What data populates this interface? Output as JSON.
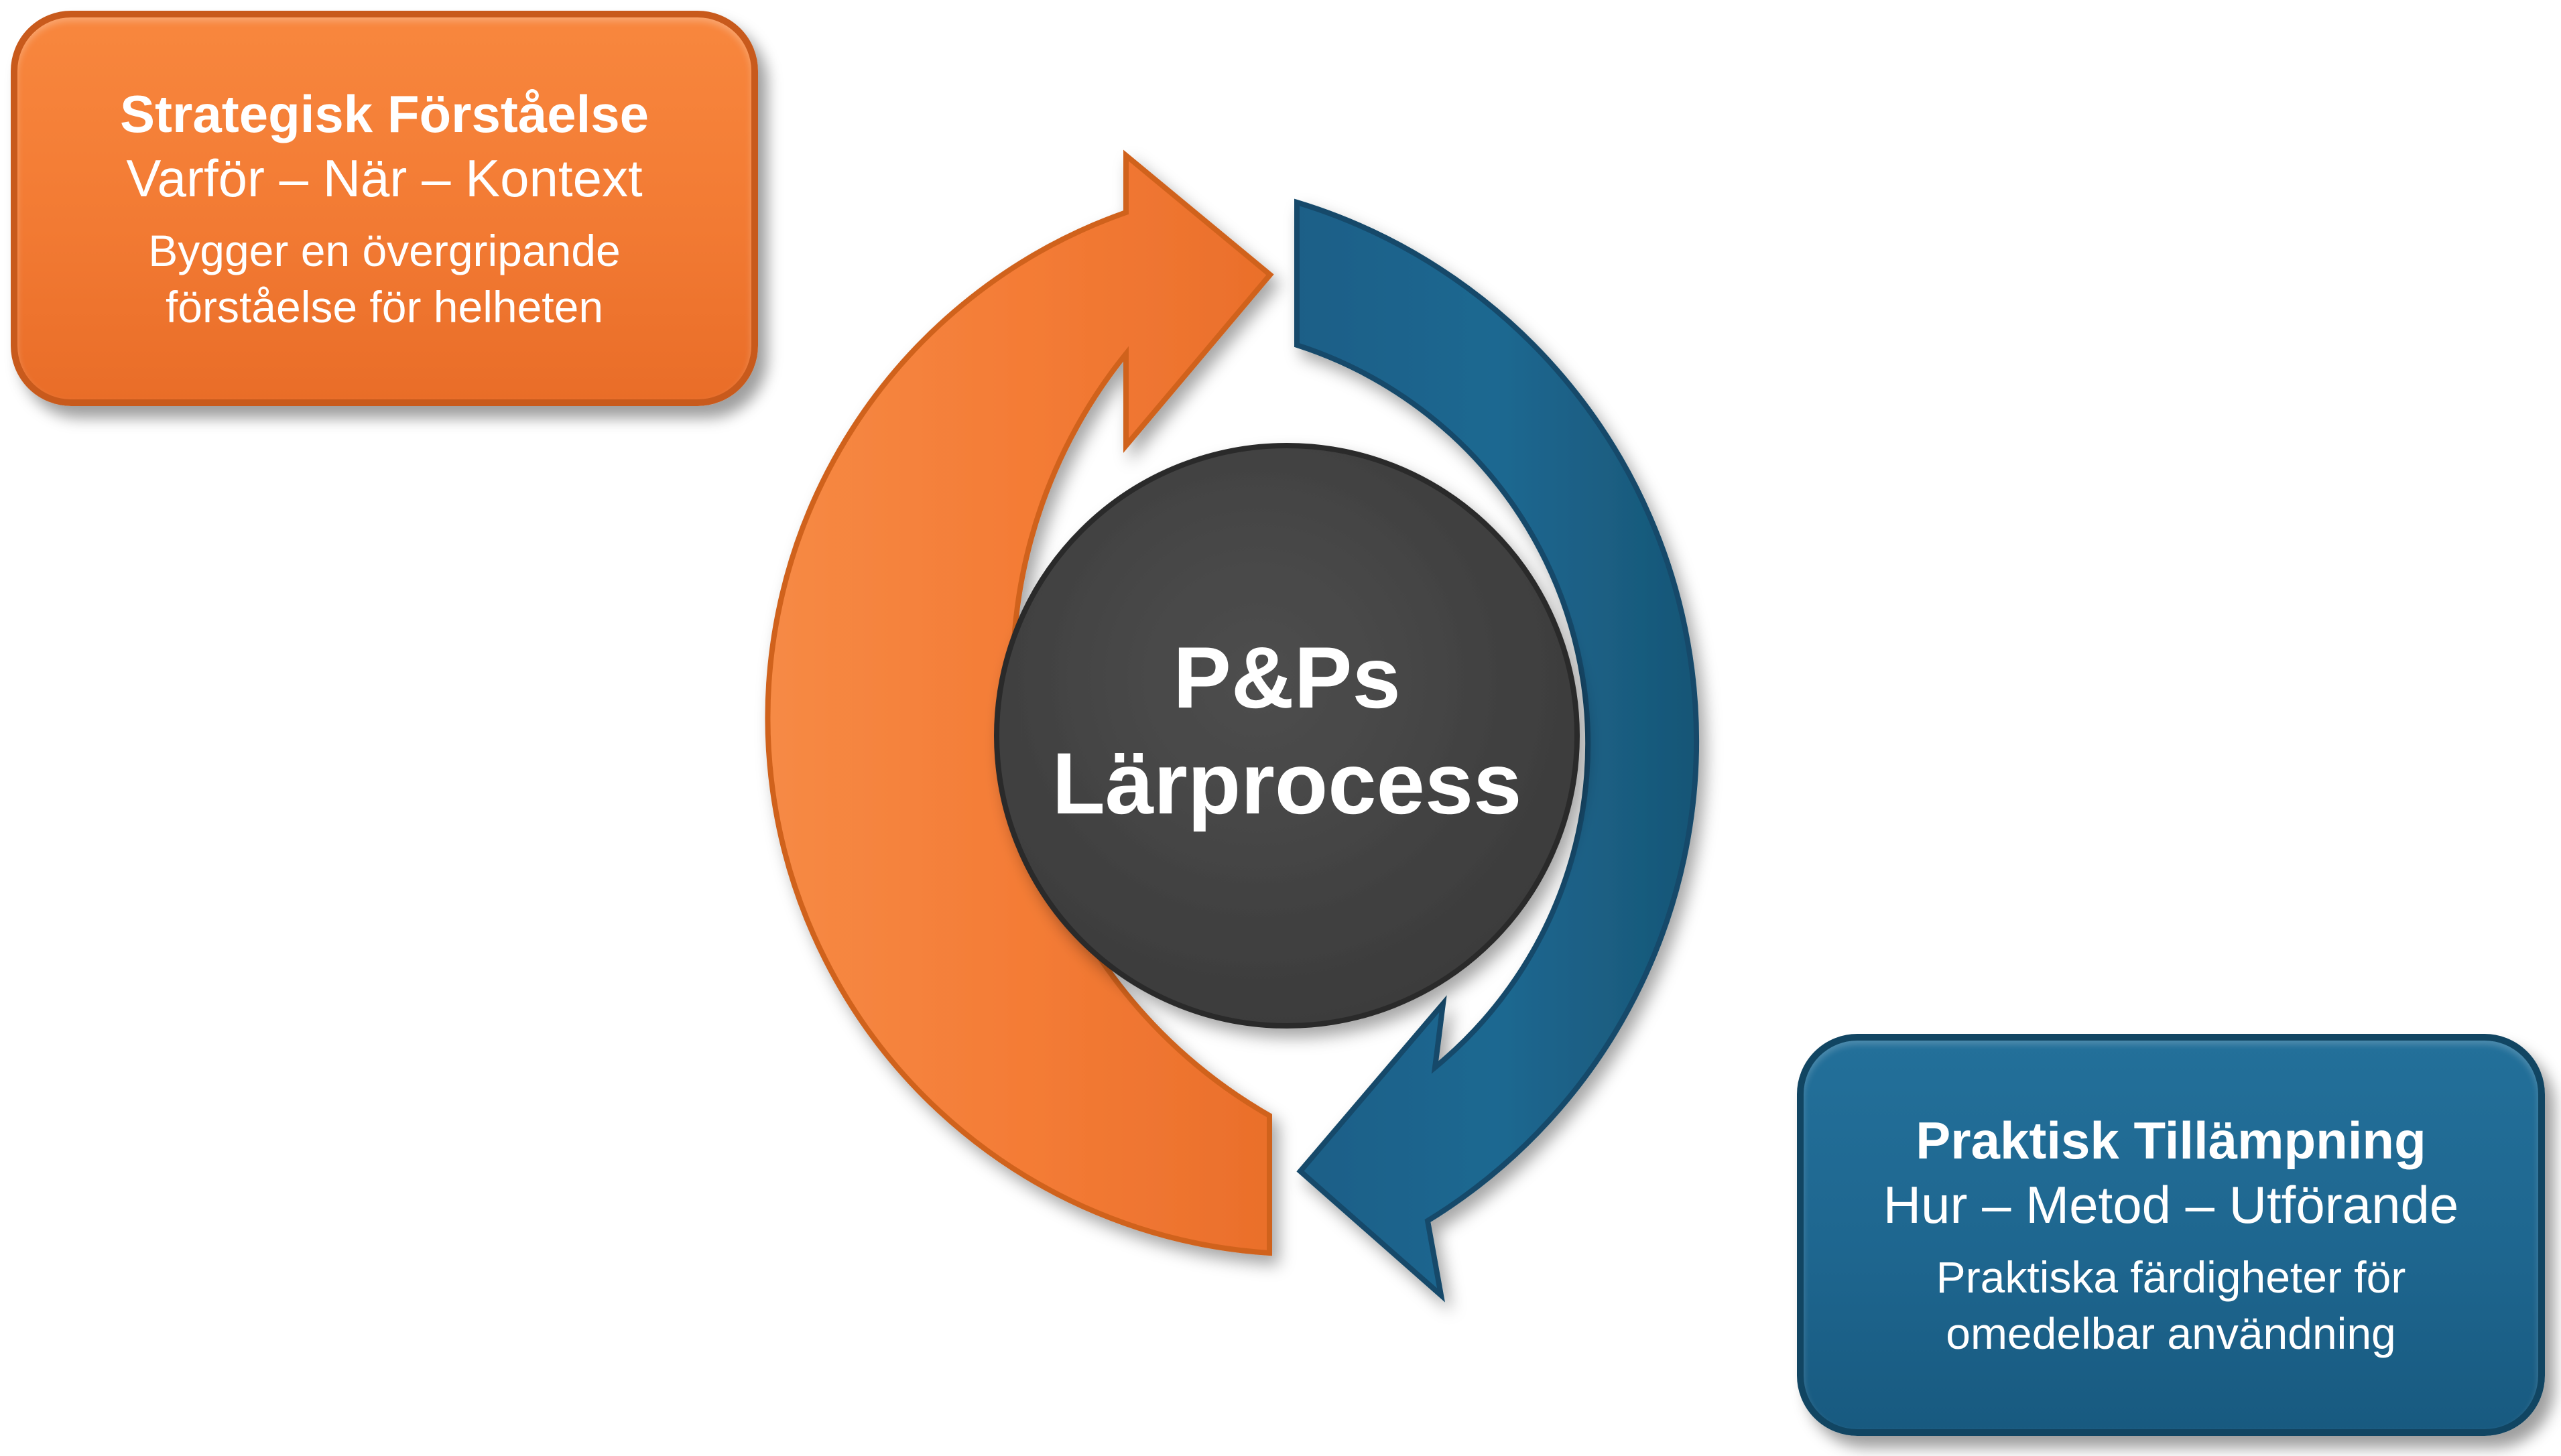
{
  "center": {
    "line1": "P&Ps",
    "line2": "Lärprocess"
  },
  "top_left_box": {
    "title": "Strategisk Förståelse",
    "subtitle": "Varför – När – Kontext",
    "desc_line1": "Bygger en övergripande",
    "desc_line2": "förståelse för helheten"
  },
  "bottom_right_box": {
    "title": "Praktisk Tillämpning",
    "subtitle": "Hur – Metod – Utförande",
    "desc_line1": "Praktiska färdigheter för",
    "desc_line2": "omedelbar användning"
  },
  "colors": {
    "orange": "#f47c36",
    "blue": "#1d6690",
    "center_circle": "#444444",
    "text": "#ffffff"
  },
  "icons": {
    "left_arrow": "curved-arrow-up-right",
    "right_arrow": "curved-arrow-down-left"
  }
}
